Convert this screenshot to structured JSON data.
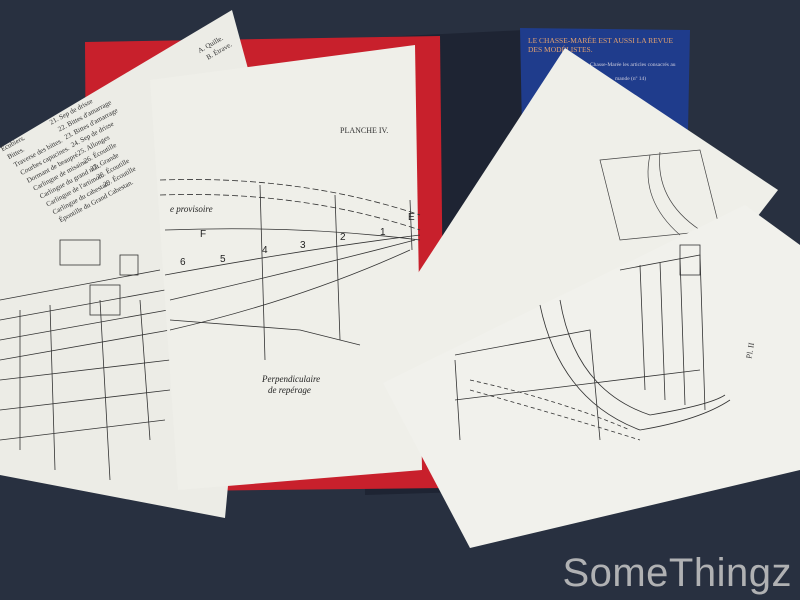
{
  "colors": {
    "background": "#283040",
    "book_red": "#c8202c",
    "card_blue": "#1f3c8c",
    "paper": "#efefe9",
    "card_text": "#e0a070"
  },
  "blue_card": {
    "title_line1": "LE CHASSE-MARÉE EST AUSSI LA REVUE",
    "title_line2": "DES MODÉLISTES.",
    "body_line1": "Chasse-Marée les articles consacrés au",
    "body_line2": "mande (nº 14)"
  },
  "left_sheet": {
    "legend_right": [
      "A. Quille.",
      "B. Étrave."
    ],
    "legend_numbers": [
      "21. Sep de drisse",
      "22. Bittes d'amarrage",
      "23. Bittes d'amarrage",
      "24. Sep de drisse",
      "25. Allonges",
      "26. Écoutille",
      "27. Grande",
      "28. Écoutille",
      "29. Écoutille"
    ],
    "legend_items": [
      "Écubiers.",
      "Bittes.",
      "Traverse des bittes.",
      "Courbes capucines.",
      "Dormant de beaupré.",
      "Carlingue de misaine.",
      "Carlingue du grand mât.",
      "Carlingue de l'artimon.",
      "Carlingue du cabestan.",
      "Épontille du Grand Cabestan."
    ]
  },
  "plate_iv": {
    "title": "PLANCHE IV.",
    "provisoire": "e provisoire",
    "perp_line1": "Perpendiculaire",
    "perp_line2": "de repérage",
    "labels": [
      "F",
      "6",
      "5",
      "4",
      "3",
      "2",
      "1",
      "E"
    ]
  },
  "plate_ii": {
    "title": "Pl. II"
  },
  "watermark": "SomeThingz"
}
